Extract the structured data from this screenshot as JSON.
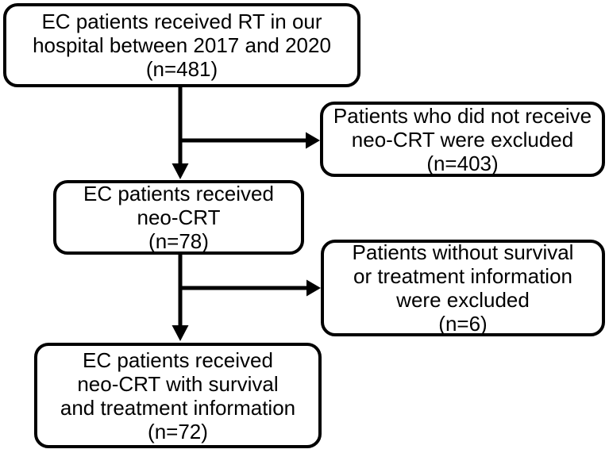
{
  "figure_type": "patient-selection-flowchart",
  "colors": {
    "background": "#ffffff",
    "box_border": "#000000",
    "text": "#000000",
    "arrow": "#000000"
  },
  "nodes": {
    "received_rt": {
      "label": "EC patients received RT in our\nhospital between 2017 and 2020\n(n=481)",
      "n": 481
    },
    "excluded_no_neocrt": {
      "label": "Patients who did not receive\nneo-CRT were excluded\n(n=403)",
      "n": 403
    },
    "received_neocrt": {
      "label": "EC patients received\nneo-CRT\n(n=78)",
      "n": 78
    },
    "excluded_no_info": {
      "label": "Patients without survival\nor treatment information\nwere excluded\n(n=6)",
      "n": 6
    },
    "final_cohort": {
      "label": "EC patients received\nneo-CRT with survival\nand treatment information\n(n=72)",
      "n": 72
    }
  },
  "edges": [
    {
      "from": "received_rt",
      "to": "received_neocrt",
      "style": "arrow-down"
    },
    {
      "from": "received_rt",
      "to": "excluded_no_neocrt",
      "style": "arrow-right-branch"
    },
    {
      "from": "received_neocrt",
      "to": "final_cohort",
      "style": "arrow-down"
    },
    {
      "from": "received_neocrt",
      "to": "excluded_no_info",
      "style": "arrow-right-branch"
    }
  ]
}
